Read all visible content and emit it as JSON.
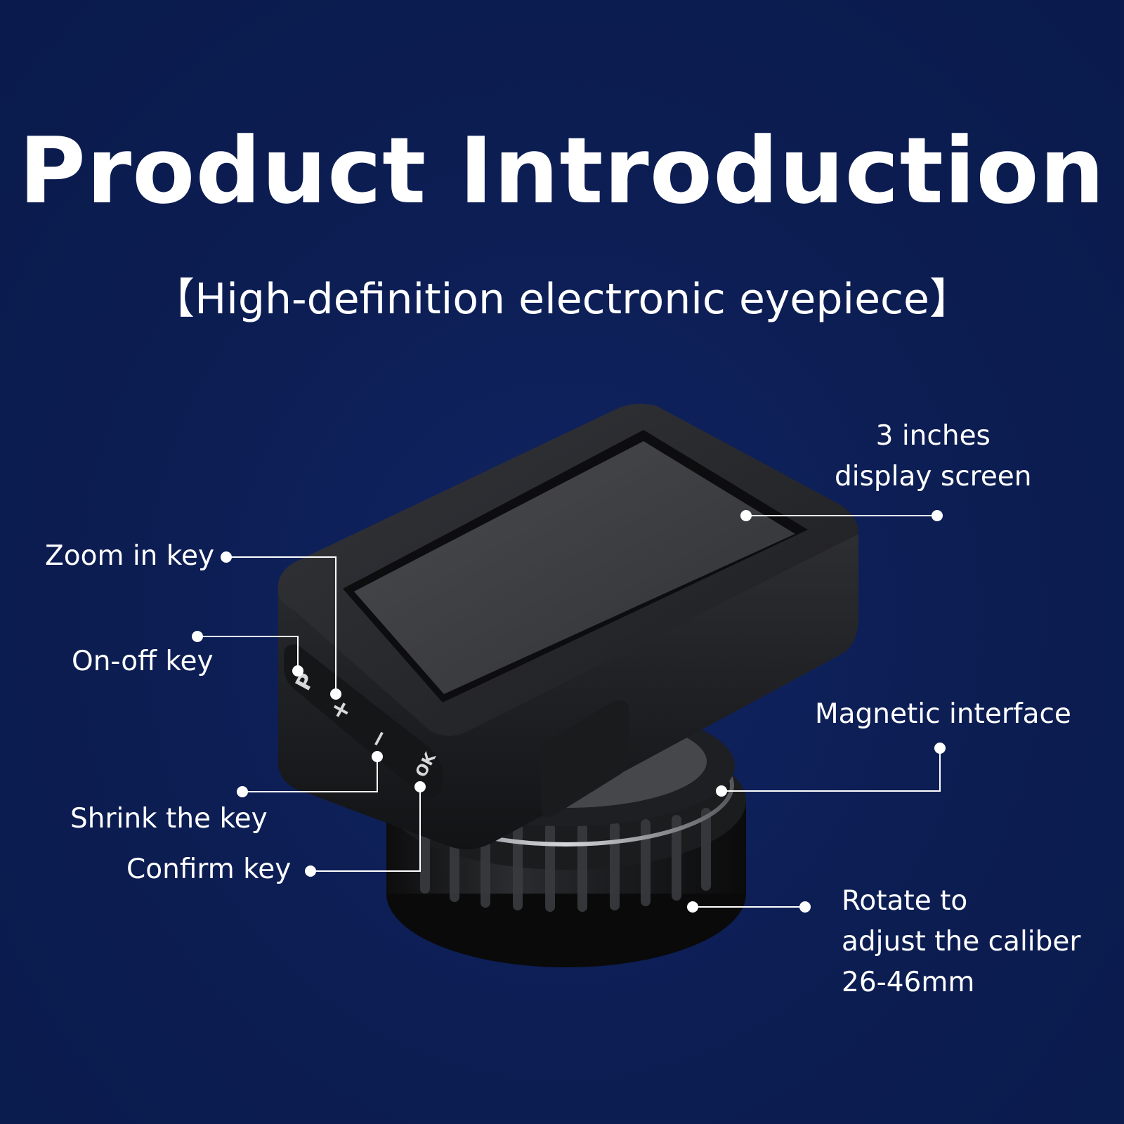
{
  "header": {
    "title": "Product Introduction",
    "subtitle": "【High-definition electronic eyepiece】"
  },
  "callouts": {
    "display_screen": "3 inches\ndisplay screen",
    "zoom_in_key": "Zoom in key",
    "on_off_key": "On-off key",
    "shrink_key": "Shrink the key",
    "confirm_key": "Confirm key",
    "magnetic_interface": "Magnetic interface",
    "rotate_caliber": "Rotate to\nadjust the caliber\n26-46mm"
  },
  "device_buttons": {
    "power": "P",
    "plus": "+",
    "minus": "−",
    "ok": "OK"
  },
  "colors": {
    "background": "#0c1d52",
    "text": "#ffffff",
    "device_body": "#2a2b2e",
    "screen": "#3b3c3f"
  }
}
